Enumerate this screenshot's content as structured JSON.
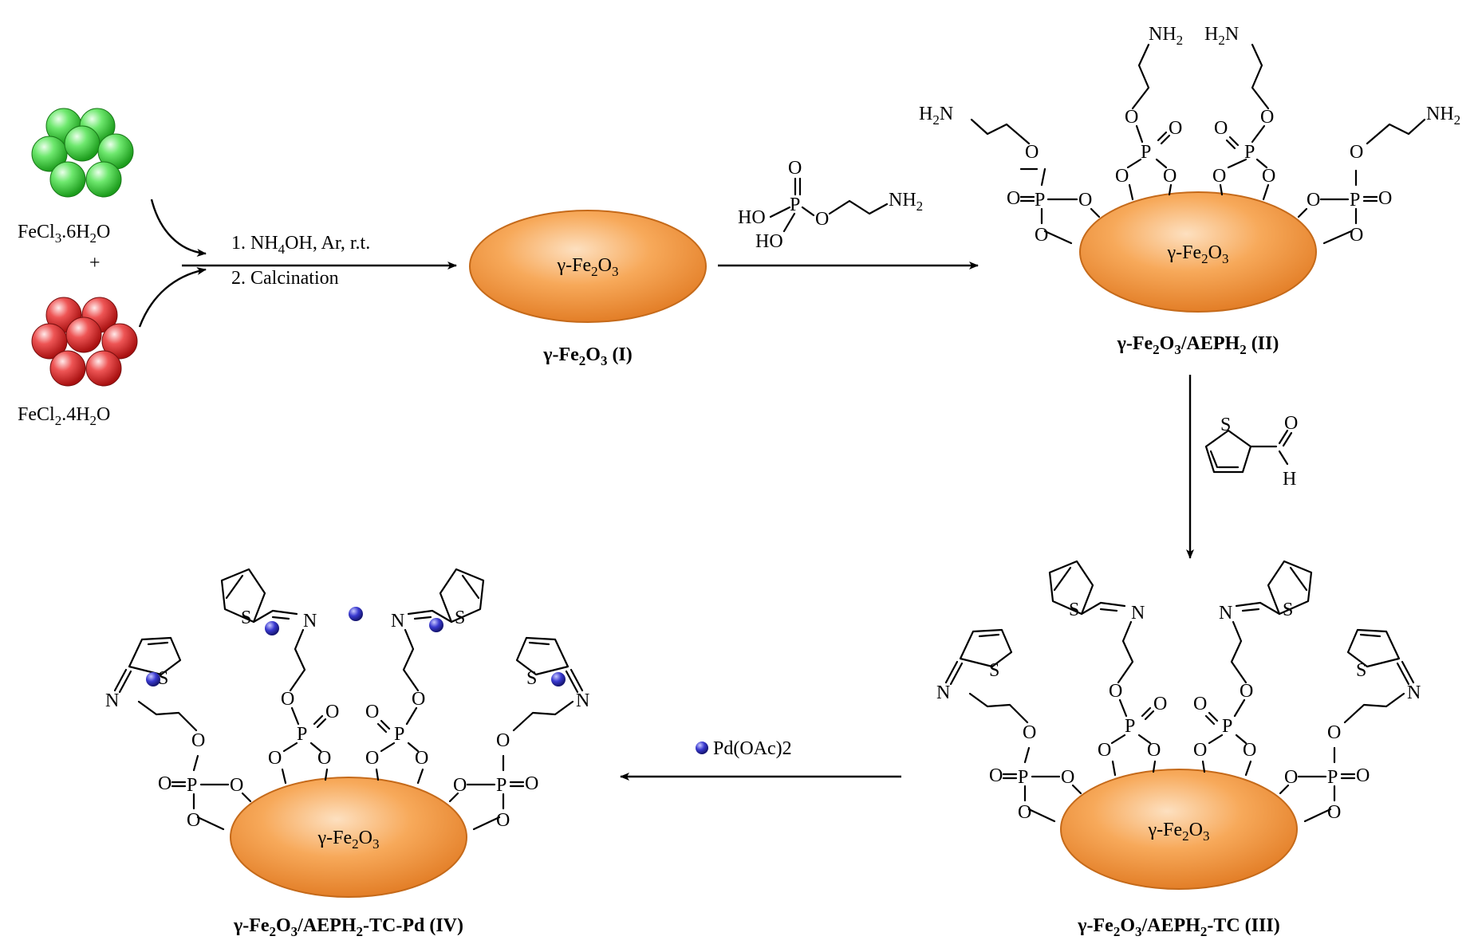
{
  "precursors": {
    "fecl3": {
      "parts": [
        "FeCl",
        "3",
        ".6H",
        "2",
        "O"
      ]
    },
    "plus": "+",
    "fecl2": {
      "parts": [
        "FeCl",
        "2",
        ".4H",
        "2",
        "O"
      ]
    }
  },
  "step1": {
    "line1": [
      "1. NH",
      "4",
      "OH, Ar, r.t."
    ],
    "line2": "2. Calcination"
  },
  "core_label": [
    "γ-Fe",
    "2",
    "O",
    "3"
  ],
  "reagent_aep": {
    "O": "O",
    "P": "P",
    "HO1": "HO",
    "HO2": "HO",
    "O_ester": "O",
    "NH2": [
      "NH",
      "2"
    ]
  },
  "reagent_thiophene": {
    "S": "S",
    "O": "O",
    "H": "H"
  },
  "reagent_pd": "Pd(OAc)2",
  "atoms": {
    "O": "O",
    "P": "P",
    "N": "N",
    "S": "S",
    "H2N": [
      "H",
      "2",
      "N"
    ],
    "NH2": [
      "NH",
      "2"
    ]
  },
  "compounds": {
    "I": [
      "γ-Fe",
      "2",
      "O",
      "3",
      " (I)"
    ],
    "II": [
      "γ-Fe",
      "2",
      "O",
      "3",
      "/AEPH",
      "2",
      " (II)"
    ],
    "III": [
      "γ-Fe",
      "2",
      "O",
      "3",
      "/AEPH",
      "2",
      "-TC (III)"
    ],
    "IV": [
      "γ-Fe",
      "2",
      "O",
      "3",
      "/AEPH",
      "2",
      "-TC-Pd (IV)"
    ]
  },
  "colors": {
    "core_fill": "#f4a460",
    "core_stroke": "#c56a1a",
    "fecl3_sphere": "#33cc33",
    "fecl2_sphere": "#dd2222",
    "pd_dot": "#2a2aa8"
  }
}
